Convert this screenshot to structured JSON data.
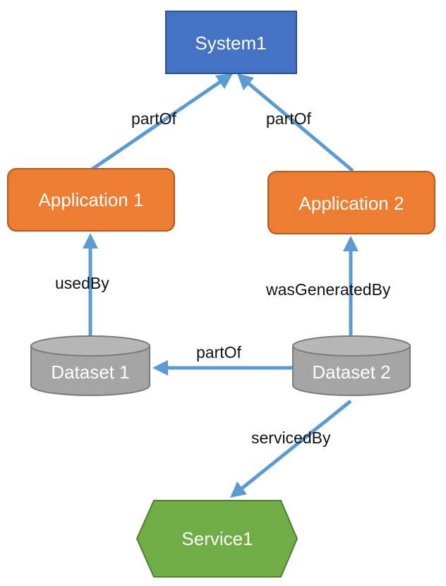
{
  "colors": {
    "system": "#4472c4",
    "system_border": "#2f528f",
    "application": "#ed7d31",
    "application_border": "#ae5a21",
    "dataset": "#a5a5a5",
    "dataset_border": "#7b7b7b",
    "service": "#70ad47",
    "service_border": "#507e32",
    "edge": "#5b9bd5"
  },
  "nodes": {
    "system1": {
      "label": "System1",
      "shape": "rectangle"
    },
    "application1": {
      "label": "Application 1",
      "shape": "rounded-rectangle"
    },
    "application2": {
      "label": "Application 2",
      "shape": "rounded-rectangle"
    },
    "dataset1": {
      "label": "Dataset 1",
      "shape": "cylinder"
    },
    "dataset2": {
      "label": "Dataset 2",
      "shape": "cylinder"
    },
    "service1": {
      "label": "Service1",
      "shape": "hexagon"
    }
  },
  "edges": [
    {
      "from": "Application 1",
      "to": "System1",
      "label": "partOf"
    },
    {
      "from": "Application 2",
      "to": "System1",
      "label": "partOf"
    },
    {
      "from": "Dataset 1",
      "to": "Application 1",
      "label": "usedBy"
    },
    {
      "from": "Dataset 2",
      "to": "Application 2",
      "label": "wasGeneratedBy"
    },
    {
      "from": "Dataset 2",
      "to": "Dataset 1",
      "label": "partOf"
    },
    {
      "from": "Dataset 2",
      "to": "Service1",
      "label": "servicedBy"
    }
  ]
}
